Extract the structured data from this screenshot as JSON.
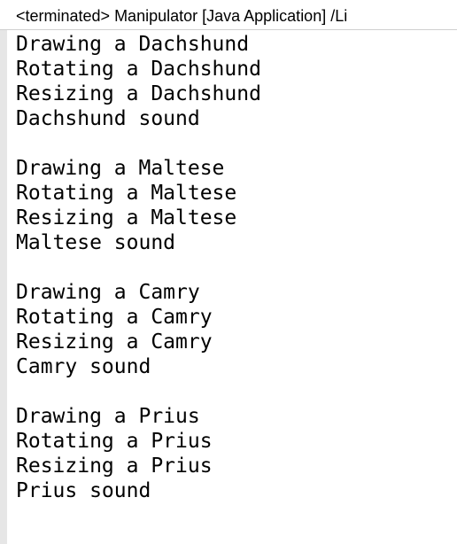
{
  "console": {
    "title": "<terminated> Manipulator [Java Application] /Li",
    "lines": [
      "Drawing a Dachshund",
      "Rotating a Dachshund",
      "Resizing a Dachshund",
      "Dachshund sound",
      "",
      "Drawing a Maltese",
      "Rotating a Maltese",
      "Resizing a Maltese",
      "Maltese sound",
      "",
      "Drawing a Camry",
      "Rotating a Camry",
      "Resizing a Camry",
      "Camry sound",
      "",
      "Drawing a Prius",
      "Rotating a Prius",
      "Resizing a Prius",
      "Prius sound"
    ]
  }
}
